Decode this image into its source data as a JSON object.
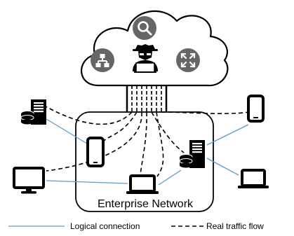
{
  "network_label": "Enterprise Network",
  "legend": {
    "logical": "Logical connection",
    "real": "Real traffic flow"
  },
  "colors": {
    "logical_line": "#5b9bd5",
    "cloud_icon_bg": "#666666",
    "stroke": "#000000"
  },
  "icons": [
    "search-icon",
    "sitemap-icon",
    "hacker-icon",
    "expand-icon",
    "server-icon",
    "smartphone-icon",
    "desktop-monitor-icon",
    "laptop-icon"
  ]
}
